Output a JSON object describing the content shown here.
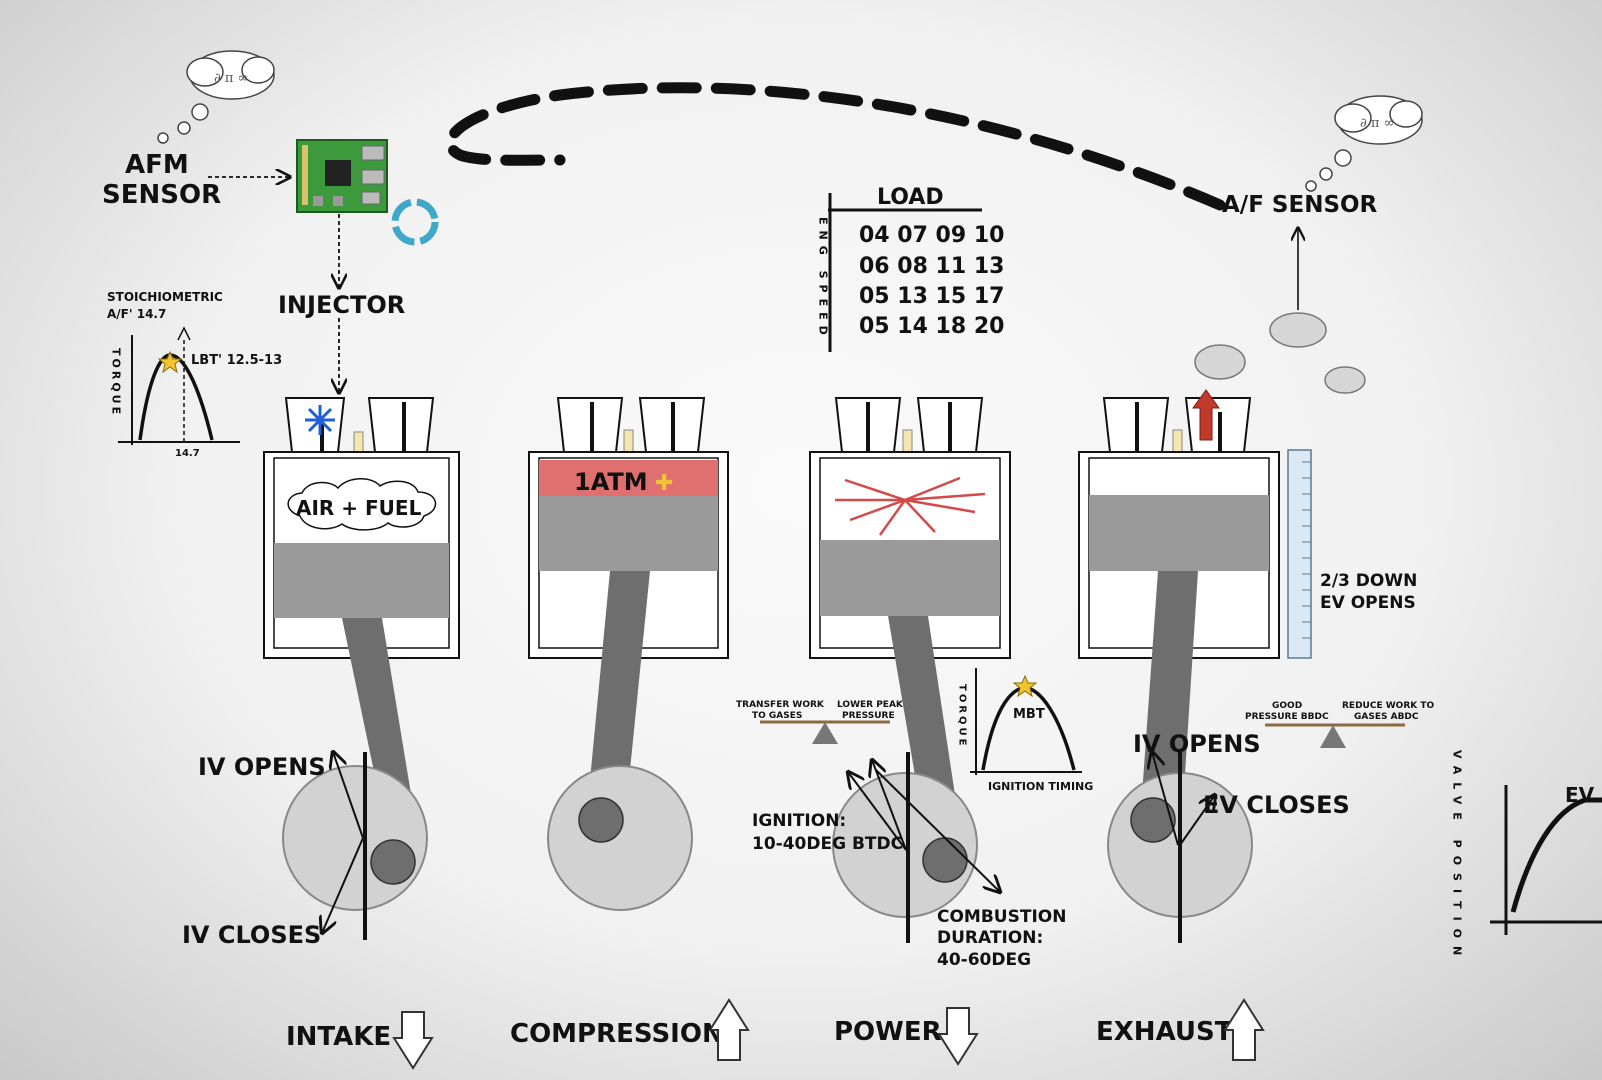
{
  "labels": {
    "afm_sensor_1": "AFM",
    "afm_sensor_2": "SENSOR",
    "injector": "INJECTOR",
    "af_sensor": "A/F SENSOR",
    "stoich_1": "STOICHIOMETRIC",
    "stoich_2": "A/F' 14.7",
    "lbt": "LBT' 12.5-13",
    "torque_axis": "TORQUE",
    "graph_x_tick": "14.7",
    "load": "LOAD",
    "eng_speed": "ENG SPEED",
    "air_fuel": "AIR + FUEL",
    "one_atm": "1ATM",
    "iv_opens_1": "IV OPENS",
    "iv_closes": "IV CLOSES",
    "ignition_1": "IGNITION:",
    "ignition_2": "10-40DEG BTDC",
    "combustion_1": "COMBUSTION",
    "combustion_2": "DURATION:",
    "combustion_3": "40-60DEG",
    "transfer_work_1": "TRANSFER WORK",
    "transfer_work_2": "TO GASES",
    "lower_peak_1": "LOWER PEAK",
    "lower_peak_2": "PRESSURE",
    "mbt": "MBT",
    "ignition_timing": "IGNITION TIMING",
    "good_pressure_1": "GOOD",
    "good_pressure_2": "PRESSURE BBDC",
    "reduce_work_1": "REDUCE WORK TO",
    "reduce_work_2": "GASES ABDC",
    "two_thirds_1": "2/3 DOWN",
    "two_thirds_2": "EV OPENS",
    "iv_opens_2": "IV OPENS",
    "ev_closes": "EV CLOSES",
    "valve_position": "VALVE POSITION",
    "ev": "EV"
  },
  "table_rows": [
    "04 07 09 10",
    "06 08 11 13",
    "05 13 15 17",
    "05 14 18 20"
  ],
  "strokes": [
    "INTAKE",
    "COMPRESSION",
    "POWER",
    "EXHAUST"
  ],
  "colors": {
    "board": "#f1f1f1",
    "ink": "#111111",
    "piston_gray": "#9a9a9a",
    "rod_gray": "#6e6e6e",
    "pressure_red": "#e07070",
    "pcb_green": "#3c9a3c",
    "spark_yellow": "#f1c232",
    "recycle_blue": "#3fa7c9",
    "arrow_red": "#c0392b"
  }
}
